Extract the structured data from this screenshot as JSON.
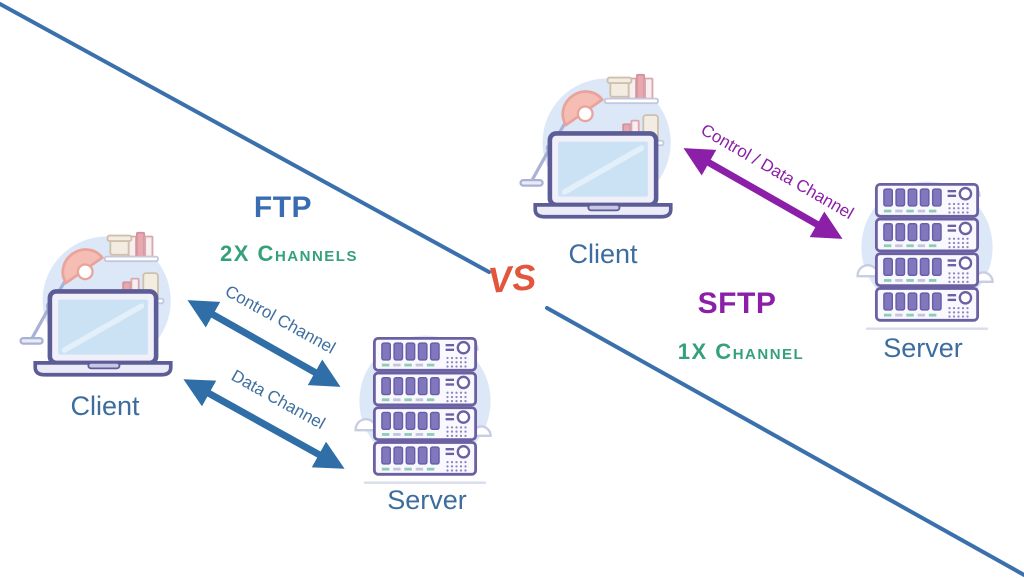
{
  "colors": {
    "divider_blue": "#3a70ab",
    "arrow_blue": "#2f6ea6",
    "arrow_purple": "#8b1fa8",
    "arrow_label_blue": "#3f6fa0",
    "ftp_blue": "#3a6cb1",
    "sftp_purple": "#8b1fa8",
    "channel_green": "#35a179",
    "vs_orange": "#e2563e",
    "node_label_blue": "#3d6d9e"
  },
  "vs": {
    "label": "VS"
  },
  "ftp": {
    "title": "FTP",
    "subtitle": "2X Channels",
    "client_label": "Client",
    "server_label": "Server",
    "arrows": [
      {
        "label": "Control Channel"
      },
      {
        "label": "Data Channel"
      }
    ]
  },
  "sftp": {
    "title": "SFTP",
    "subtitle": "1X Channel",
    "client_label": "Client",
    "server_label": "Server",
    "arrows": [
      {
        "label": "Control / Data Channel"
      }
    ]
  },
  "icons": {
    "client": "laptop-desk-illustration",
    "server": "server-rack-clouds-illustration"
  }
}
